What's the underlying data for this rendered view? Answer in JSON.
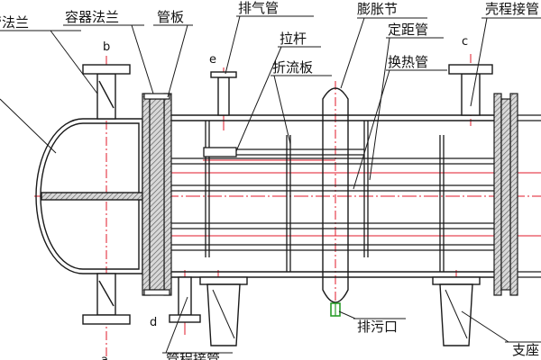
{
  "labels": {
    "pipe_flange": "接管法兰",
    "vessel_flange": "容器法兰",
    "tube_sheet": "管板",
    "vent_pipe": "排气管",
    "expansion_joint": "膨胀节",
    "tie_rod": "拉杆",
    "spacer_tube": "定距管",
    "baffle": "折流板",
    "heat_exchange_tube": "换热管",
    "shell_nozzle": "壳程接管",
    "drain": "排污口",
    "tube_nozzle": "管程接管",
    "support": "支座"
  },
  "nozzles": {
    "a": "a",
    "b": "b",
    "c": "c",
    "d": "d",
    "e": "e"
  },
  "colors": {
    "outline": "#1a1a1a",
    "centerline": "#e0182a",
    "section_fill": "#9a9a9a",
    "drain_marker": "#2a9d2a"
  }
}
